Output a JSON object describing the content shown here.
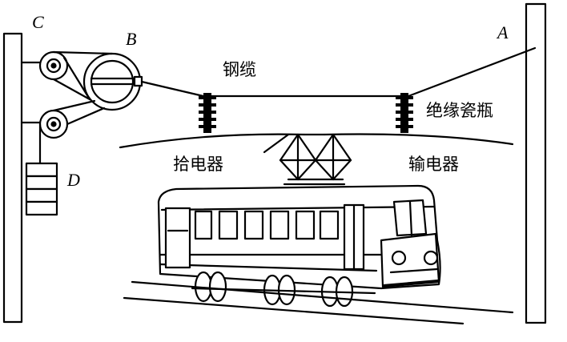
{
  "labels": {
    "point_c": "C",
    "point_b": "B",
    "point_a": "A",
    "point_d": "D",
    "cable": "钢缆",
    "insulator": "绝缘瓷瓶",
    "collector": "拾电器",
    "transmission": "输电器"
  },
  "colors": {
    "stroke": "#000000",
    "background": "#ffffff",
    "frame": "#f2f2f2"
  }
}
